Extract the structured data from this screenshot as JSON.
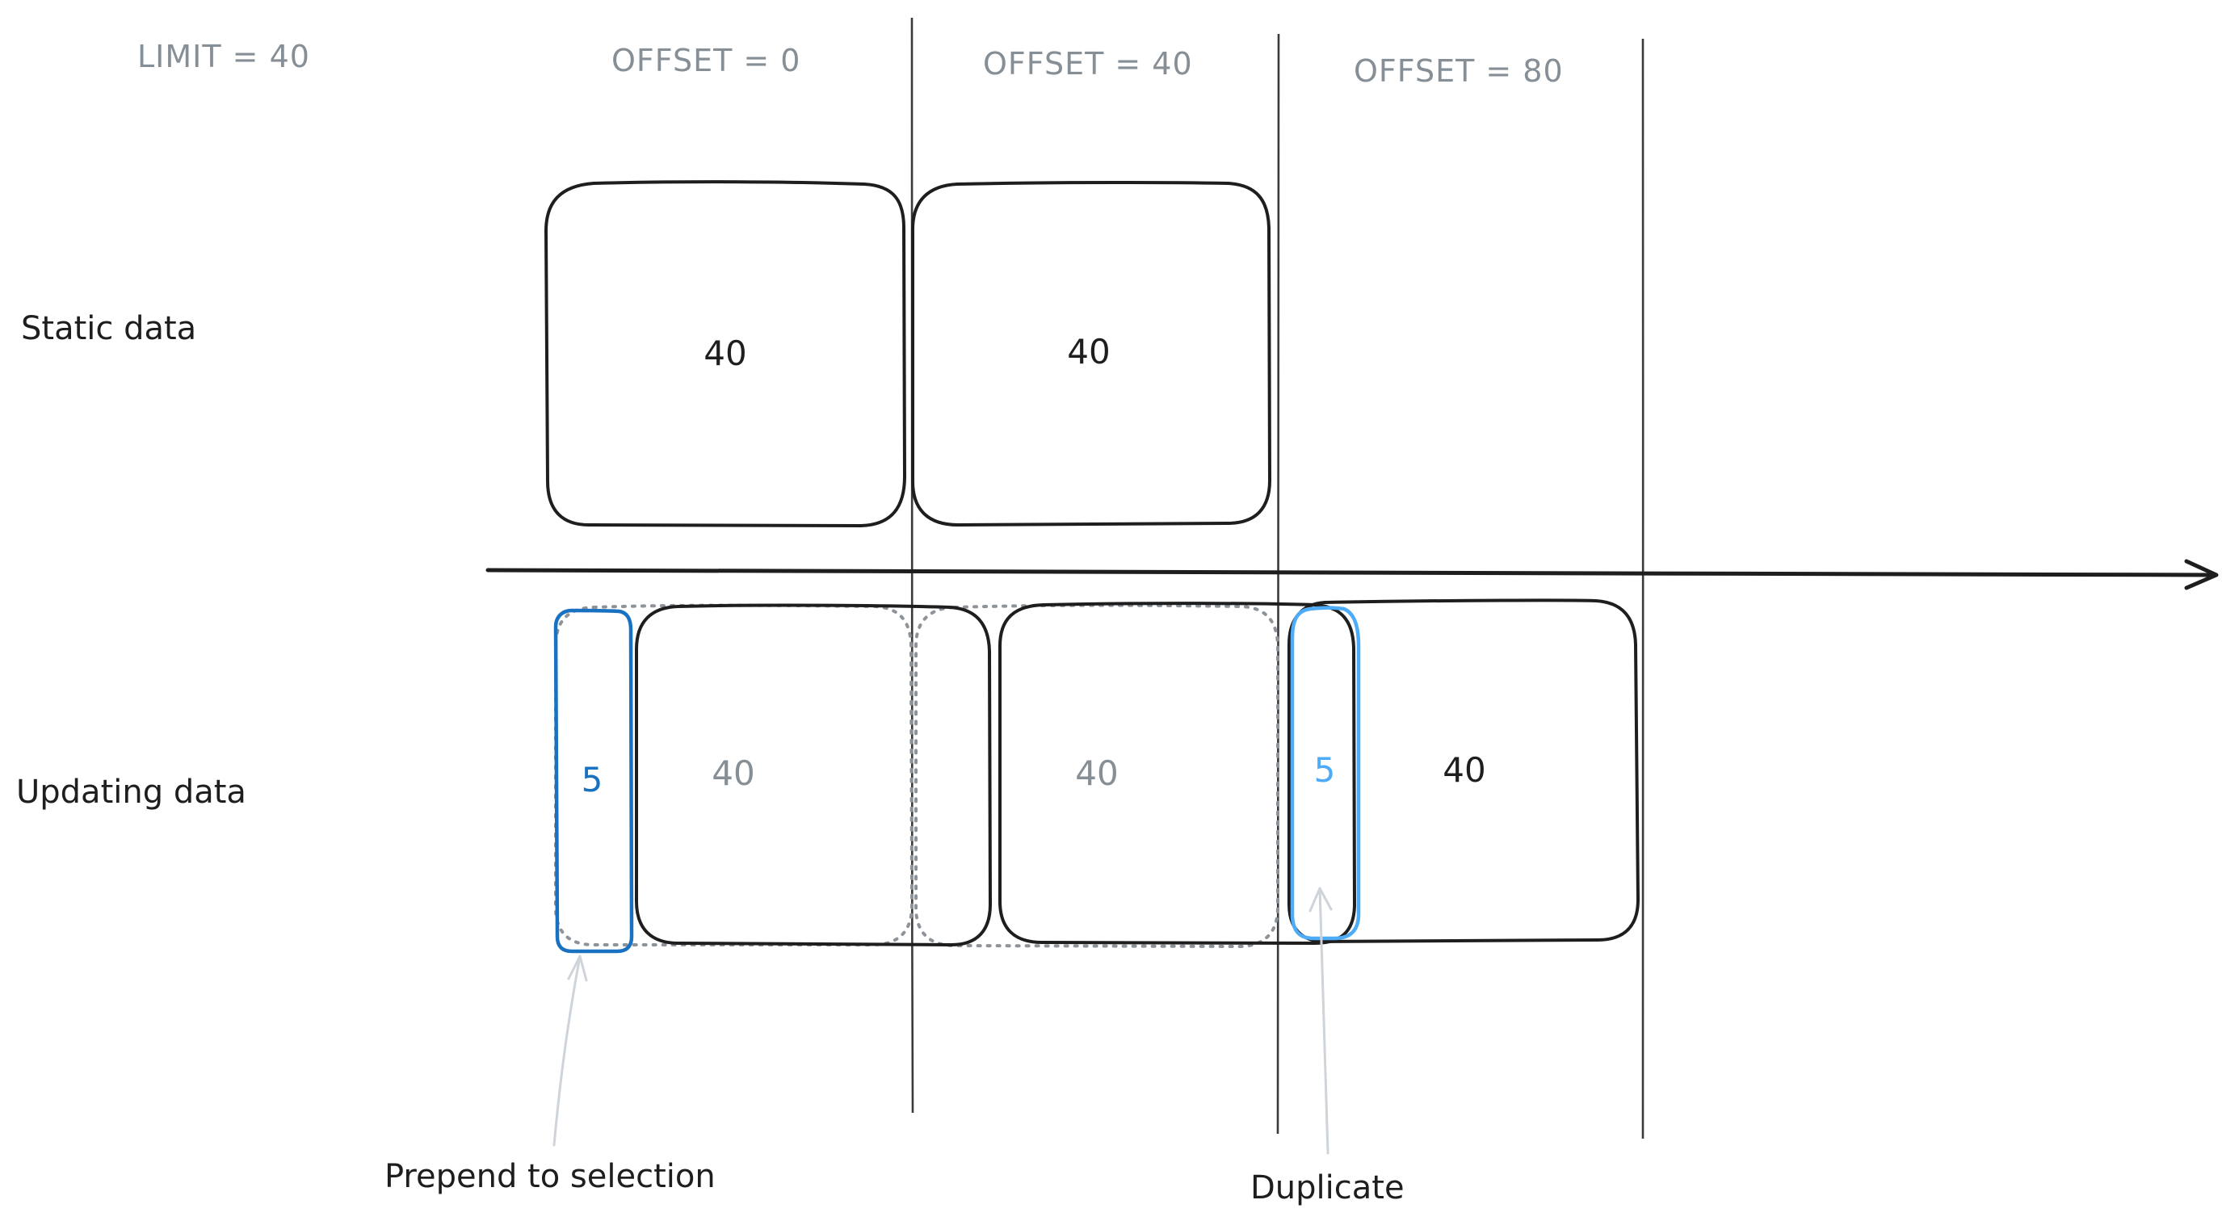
{
  "header": {
    "limit_label": "LIMIT = 40",
    "offsets": [
      "OFFSET = 0",
      "OFFSET = 40",
      "OFFSET = 80"
    ]
  },
  "rows": {
    "static_label": "Static data",
    "updating_label": "Updating data"
  },
  "static_blocks": [
    "40",
    "40"
  ],
  "updating_blocks": {
    "prepended": "5",
    "page_1": "40",
    "page_2": "40",
    "duplicate": "5",
    "page_3": "40"
  },
  "annotations": {
    "prepend": "Prepend to selection",
    "duplicate": "Duplicate"
  },
  "colors": {
    "ink": "#1e1e1e",
    "muted": "#868e96",
    "prepended_blue": "#1971c2",
    "duplicate_blue": "#4dabf7",
    "pointer": "#ced4da"
  }
}
